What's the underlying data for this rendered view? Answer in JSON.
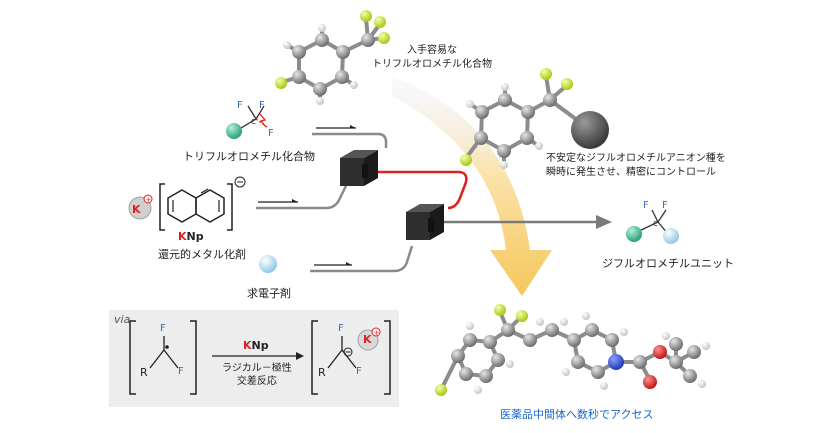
{
  "labels": {
    "cf3_reagent": "入手容易な\nトリフルオロメチル化合物",
    "trifluoromethyl_compound": "トリフルオロメチル化合物",
    "reducing_agent_name": "KNp",
    "reducing_agent_desc": "還元的メタル化剤",
    "electrophile": "求電子剤",
    "anion_note": "不安定なジフルオロメチルアニオン種を\n瞬時に発生させ、精密にコントロール",
    "difluoromethyl_unit": "ジフルオロメチルユニット",
    "pharma_note": "医薬品中間体へ数秒でアクセス"
  },
  "via_box": {
    "via": "via",
    "reagent_label": "KNp",
    "process": "ラジカル－極性\n交差反応",
    "R": "R",
    "F": "F",
    "K": "K"
  },
  "molecule_atoms": {
    "F": "F",
    "C": "C",
    "K": "K"
  },
  "colors": {
    "fluorine": "#c8e830",
    "carbon": "#9a9a9a",
    "hydrogen": "#f4f4f4",
    "teal_group": "#3fbf9a",
    "electrophile": "#bfe2f4",
    "highlight_red": "#e02020",
    "nitrogen": "#3050d0",
    "oxygen": "#e02020",
    "mixer": "#2a2a2a",
    "arrow_yellow": "#f7d27a"
  }
}
